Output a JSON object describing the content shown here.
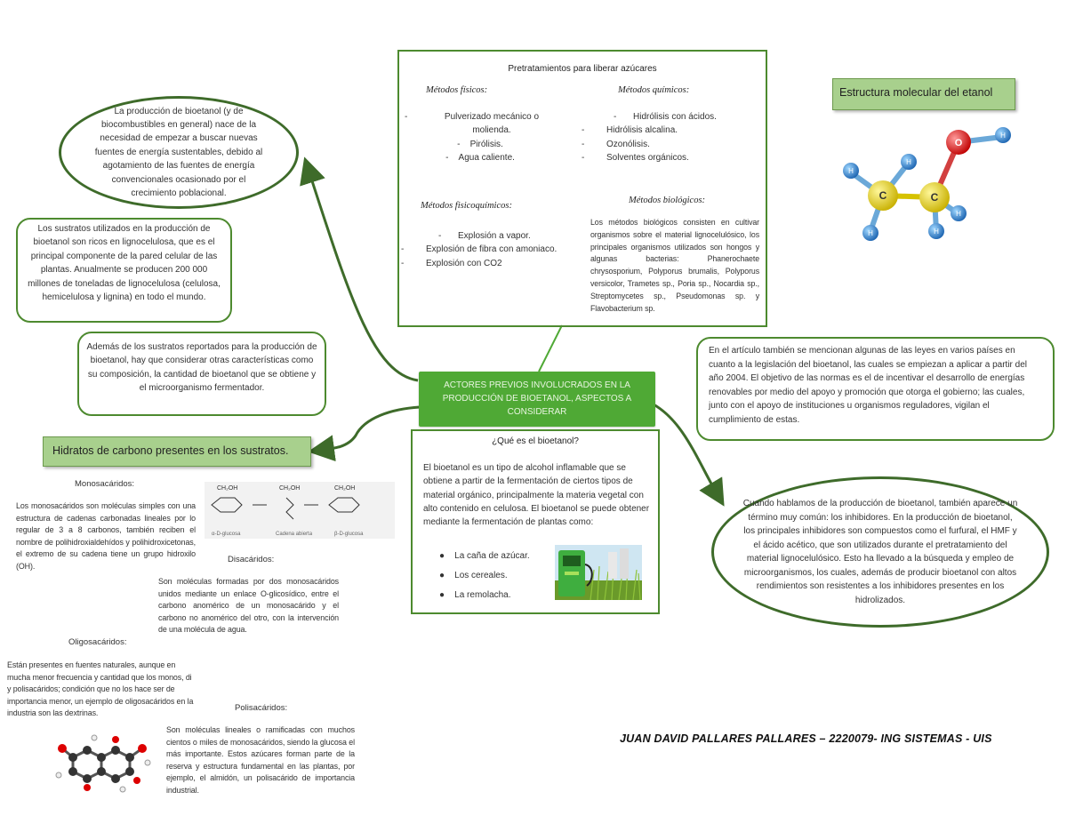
{
  "center": {
    "title": "ACTORES PREVIOS INVOLUCRADOS EN LA PRODUCCIÓN DE BIOETANOL, ASPECTOS A CONSIDERAR"
  },
  "ellipse_intro": {
    "text": "La producción de bioetanol (y de biocombustibles en general) nace de la necesidad de empezar a buscar nuevas fuentes de energía sustentables, debido al agotamiento de las fuentes de energía convencionales ocasionado por el crecimiento poblacional."
  },
  "box_sustratos": {
    "text": "Los sustratos utilizados en la producción de bioetanol son ricos en lignocelulosa, que es el principal componente de la pared celular de las plantas. Anualmente se producen 200 000 millones de toneladas de lignocelulosa (celulosa, hemicelulosa y lignina) en todo el mundo."
  },
  "box_ademas": {
    "text": "Además de los sustratos reportados para la producción de bioetanol, hay que considerar otras características como su composición, la cantidad de bioetanol que se obtiene y el microorganismo fermentador."
  },
  "pretratamientos": {
    "title": "Pretratamientos para liberar azúcares",
    "fisicos": {
      "heading": "Métodos físicos:",
      "items": [
        "Pulverizado mecánico o molienda.",
        "Pirólisis.",
        "Agua caliente."
      ]
    },
    "quimicos": {
      "heading": "Métodos químicos:",
      "items": [
        "Hidrólisis con ácidos.",
        "Hidrólisis alcalina.",
        "Ozonólisis.",
        "Solventes orgánicos."
      ]
    },
    "fisicoquimicos": {
      "heading": "Métodos fisicoquímicos:",
      "items": [
        "Explosión a vapor.",
        "Explosión de fibra con amoniaco.",
        "Explosión con CO2"
      ]
    },
    "biologicos": {
      "heading": "Métodos biológicos:",
      "text": "Los métodos biológicos consisten en cultivar organismos sobre el material lignocelulósico, los principales organismos utilizados son hongos y algunas bacterias: Phanerochaete chrysosporium, Polyporus brumalis, Polyporus versicolor, Trametes sp., Poria sp., Nocardia sp., Streptomycetes sp., Pseudomonas sp. y Flavobacterium sp."
    }
  },
  "estructura": {
    "title": "Estructura molecular del etanol",
    "atoms": {
      "c": "C",
      "o": "O",
      "h": "H"
    }
  },
  "box_leyes": {
    "text": "En el artículo también se mencionan algunas de las leyes en varios países en cuanto a la legislación del bioetanol, las cuales se empiezan a aplicar a partir del año 2004. El objetivo de las normas es el de incentivar el desarrollo de energías renovables por medio del apoyo y promoción que otorga el gobierno; las cuales, junto con el apoyo de instituciones u organismos reguladores, vigilan el cumplimiento de estas."
  },
  "ellipse_inhibidores": {
    "text": "Cuando hablamos de la producción de bioetanol, también aparece un término muy común: los inhibidores. En la producción de bioetanol, los principales inhibidores son compuestos como el furfural, el HMF y el ácido acético, que son utilizados durante el pretratamiento del material lignocelulósico. Esto ha llevado a la búsqueda y empleo de microorganismos, los cuales, además de producir bioetanol con altos rendimientos son resistentes a los inhibidores presentes en los hidrolizados."
  },
  "que_es": {
    "title": "¿Qué es el bioetanol?",
    "text": "El bioetanol es un tipo de alcohol inflamable que se obtiene a partir de la fermentación de ciertos tipos de material orgánico, principalmente la materia vegetal con alto contenido en celulosa. El bioetanol se puede obtener mediante la fermentación de plantas como:",
    "items": [
      "La caña de azúcar.",
      "Los cereales.",
      "La remolacha."
    ]
  },
  "hidratos": {
    "title": "Hidratos de carbono presentes en los sustratos.",
    "mono_label": "Monosacáridos:",
    "mono_text": "Los monosacáridos son moléculas simples con una estructura de cadenas carbonadas lineales por lo regular de 3 a 8 carbonos, también reciben el nombre de polihidroxialdehídos y polihidroxicetonas, el extremo de su cadena tiene un grupo hidroxilo (OH).",
    "di_label": "Disacáridos:",
    "di_text": "Son moléculas formadas por dos monosacáridos unidos mediante un enlace O-glicosídico, entre el carbono anomérico de un monosacárido y el carbono no anomérico del otro, con la intervención de una molécula de agua.",
    "oligo_label": "Oligosacáridos:",
    "oligo_text": "Están presentes en fuentes naturales, aunque en mucha menor frecuencia y cantidad que los monos, di y polisacáridos; condición que no los hace ser de importancia menor, un ejemplo de oligosacáridos en la industria son las dextrinas.",
    "poli_label": "Polisacáridos:",
    "poli_text": "Son moléculas lineales o ramificadas con muchos cientos o miles de monosacáridos, siendo la glucosa el más importante. Estos azúcares forman parte de la reserva y estructura fundamental en las plantas, por ejemplo, el almidón, un polisacárido de importancia industrial.",
    "glucose_labels": [
      "α-D-glucosa",
      "Cadena abierta",
      "β-D-glucosa"
    ],
    "glucose_group": "CH₂OH"
  },
  "author": {
    "text": "JUAN DAVID PALLARES PALLARES – 2220079- ING SISTEMAS - UIS"
  },
  "colors": {
    "accent": "#4fa935",
    "header_bg": "#a8d08d",
    "border": "#4d8a2f",
    "arrow": "#3e6b2a"
  }
}
